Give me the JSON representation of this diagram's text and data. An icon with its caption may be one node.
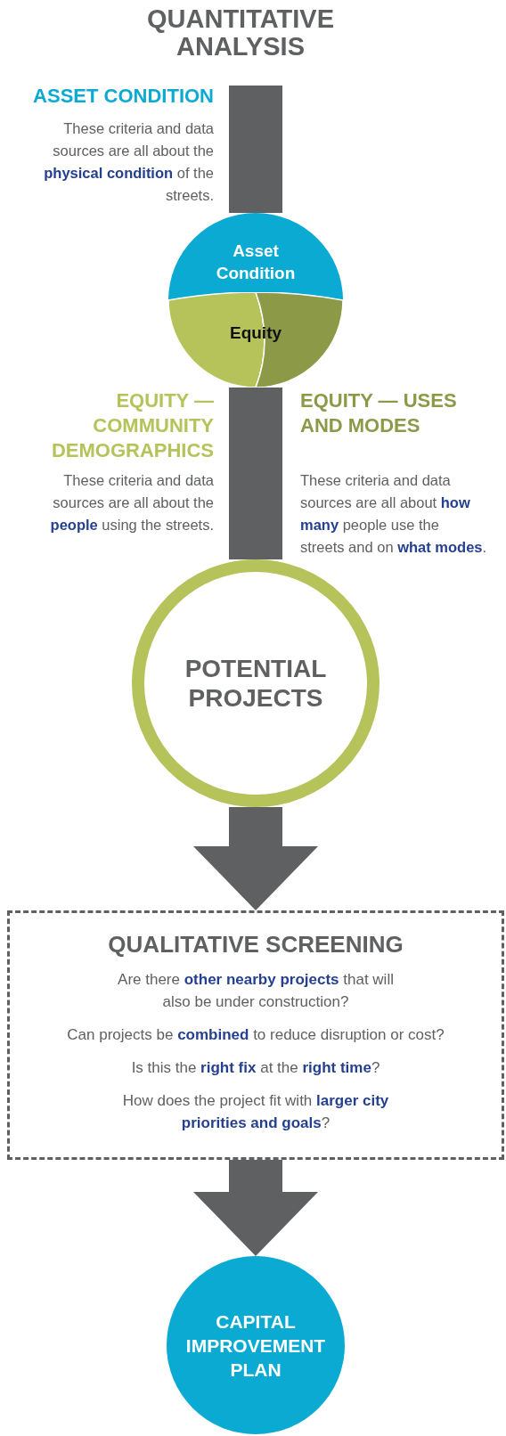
{
  "diagram": {
    "title": "QUANTITATIVE ANALYSIS",
    "nodes": [
      {
        "text": [
          "Asset Condition"
        ]
      },
      {
        "text": [
          "Equity"
        ]
      },
      {
        "text": [
          "POTENTIAL PROJECTS"
        ]
      },
      {
        "text": [
          "QUALITATIVE SCREENING",
          "Are there **other nearby projects** that will also be under construction?",
          "Can projects be **combined** to reduce disruption or cost?",
          "Is this the **right fix** at the **right time**?",
          "How does the project fit with **larger city priorities and goals**?"
        ]
      },
      {
        "text": [
          "CAPITAL IMPROVEMENT PLAN"
        ]
      }
    ],
    "edges": [
      {
        "from": null,
        "to": 0,
        "arrow": "none"
      },
      {
        "from": 1,
        "to": 2,
        "arrow": "none"
      },
      {
        "from": 2,
        "to": 3,
        "arrow": "to"
      },
      {
        "from": 3,
        "to": 4,
        "arrow": "to"
      }
    ],
    "labels": [
      "ASSET CONDITION",
      "These criteria and data sources are all about the **physical condition** of the streets.",
      "EQUITY — COMMUNITY DEMOGRAPHICS",
      "These criteria and data sources are all about the **people** using the streets.",
      "EQUITY — USES AND MODES",
      "These criteria and data sources are all about **how many** people use the streets and on **what modes**."
    ]
  }
}
